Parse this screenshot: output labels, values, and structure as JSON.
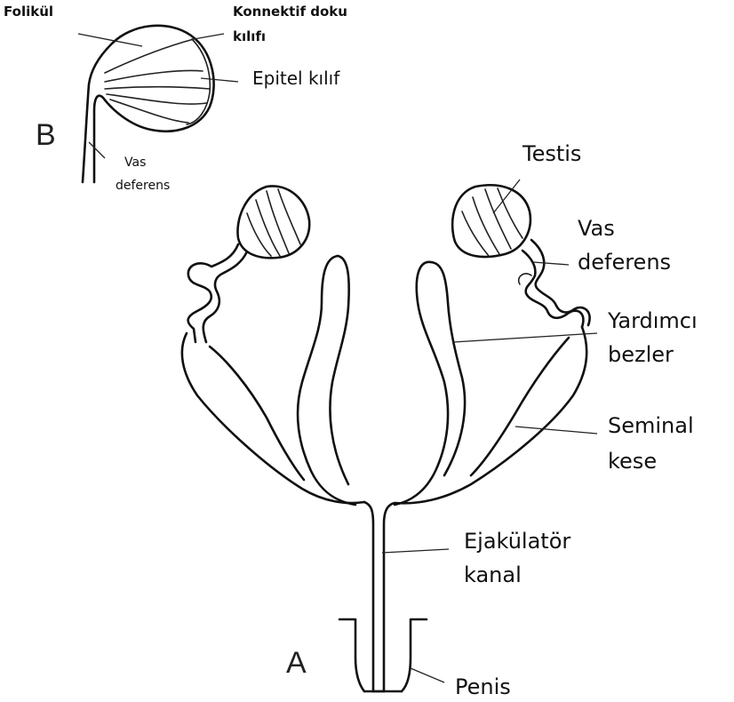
{
  "labels": {
    "folikul": "Folikül",
    "konnektif_1": "Konnektif doku",
    "konnektif_2": "kılıfı",
    "epitel": "Epitel kılıf",
    "panel_b": "B",
    "vas_b_1": "Vas",
    "vas_b_2": "deferens",
    "testis": "Testis",
    "vas_1": "Vas",
    "vas_2": "deferens",
    "yardimci_1": "Yardımcı",
    "yardimci_2": "bezler",
    "seminal_1": "Seminal",
    "seminal_2": "kese",
    "ejak_1": "Ejakülatör",
    "ejak_2": "kanal",
    "panel_a": "A",
    "penis": "Penis"
  }
}
